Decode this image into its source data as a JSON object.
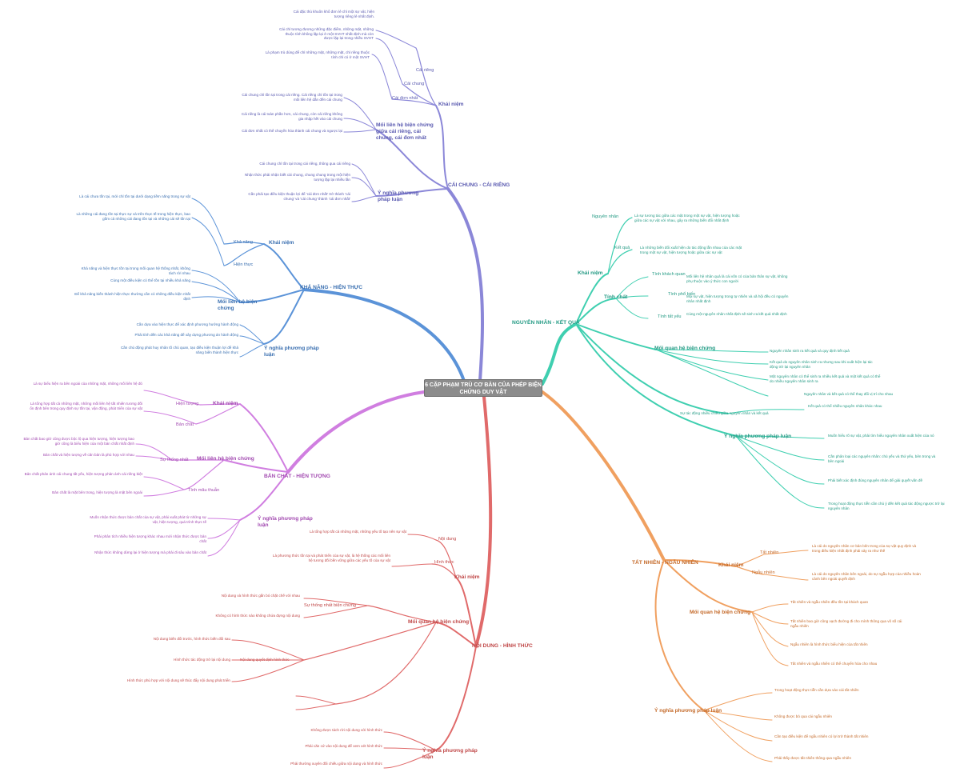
{
  "center": {
    "title": "6 CẶP PHẠM TRÙ CƠ BẢN CỦA PHÉP BIỆN CHỨNG DUY VẬT"
  },
  "colors": {
    "purple": "#8b87d8",
    "blue": "#5b93d8",
    "teal": "#3fcfb0",
    "orange": "#f0a060",
    "pink": "#d07ee0",
    "red": "#e06a6a"
  },
  "purple": {
    "title": "CÁI CHUNG - CÁI RIÊNG",
    "khai_niem": "Khái niệm",
    "cai_rieng": "Cái riêng",
    "cai_chung": "Cái chung",
    "cai_don_nhat": "Cái đơn nhất",
    "t1": "Cái đặc thù khuôn khổ đơn lẻ chỉ một sự vật, hiện tượng riêng lẻ nhất định.",
    "t2": "Cái chỉ tương đương những đặc điểm, những mặt, những thuộc tính không lặp lại ở một SVHT nhất định mà còn được lặp lại trong nhiều SVHT",
    "t3": "Là phạm trù dùng để chỉ những mặt, những mặt, chỉ riêng thuộc tính chỉ có ở một SVHT",
    "mlh": "Mối liên hệ biện chứng giữa cái riêng, cái chung, cái đơn nhất",
    "t4": "Cái chung chỉ tồn tại trong cái riêng. Cái riêng chỉ tồn tại trong mối liên hệ dẫn đến cái chung",
    "t5": "Cái riêng là cái toàn phần hơn, cái chung, còn cái riêng không gia nhập hết vào cái chung",
    "t6": "Cái đơn nhất có thể chuyển hóa thành cái chung và ngược lại",
    "ynghia": "Ý nghĩa phương pháp luận",
    "t7": "Cái chung chỉ tồn tại trong cái riêng, thông qua cái riêng",
    "t8": "Nhận thức phải nhận biết cái chung, chung chung trong một hiện tượng lặp lại nhiều lần",
    "t9": "Cần phải tạo điều kiện thuận lợi để 'cái đơn nhất' trở thành 'cái chung' và 'cái chung' thành 'cái đơn nhất'"
  },
  "blue": {
    "title": "KHẢ NĂNG - HIỆN THỰC",
    "khai_niem": "Khái niệm",
    "kha_nang": "Khả năng",
    "hien_thuc": "Hiện thực",
    "t1": "Là cái chưa tồn tại, mới chỉ tồn tại dưới dạng tiềm năng trong sự vật",
    "t2": "Là những cái đang tồn tại thực sự và trên thực tế trong hiện thực, bao gồm cả những cái đang tồn tại và những cái sẽ tồn tại",
    "mlh": "Mối liên hệ biện chứng",
    "t3": "Khả năng và hiện thực tồn tại trong mối quan hệ thống nhất, không tách rời nhau",
    "t4": "Cùng một điều kiện có thể tồn tại nhiều khả năng",
    "t5": "Để khả năng biến thành hiện thực thường cần có những điều kiện nhất định",
    "ynghia": "Ý nghĩa phương pháp luận",
    "t6": "Cần dựa vào hiện thực để xác định phương hướng hành động",
    "t7": "Phải tính đến các khả năng để xây dựng phương án hành động",
    "t8": "Cần chủ động phát huy nhân tố chủ quan, tạo điều kiện thuận lợi để khả năng biến thành hiện thực"
  },
  "teal": {
    "title": "NGUYÊN NHÂN - KẾT QUẢ",
    "khai_niem": "Khái niệm",
    "nguyen_nhan": "Nguyên nhân",
    "ket_qua": "Kết quả",
    "t1": "Là sự tương tác giữa các mặt trong một sự vật, hiện tượng hoặc giữa các sự vật với nhau, gây ra những biến đổi nhất định",
    "t2": "Là những biến đổi xuất hiện do tác động lẫn nhau của các mặt trong một sự vật, hiện tượng hoặc giữa các sự vật",
    "tinh_chat": "Tính chất",
    "tc1": "Tính khách quan",
    "tc2": "Tính phổ biến",
    "tc3": "Tính tất yếu",
    "t3": "Mối liên hệ nhân quả là cái vốn có của bản thân sự vật, không phụ thuộc vào ý thức con người",
    "t4": "Mọi sự vật, hiện tượng trong tự nhiên và xã hội đều có nguyên nhân nhất định",
    "t5": "Cùng một nguyên nhân nhất định sẽ sinh ra kết quả nhất định",
    "mlh": "Mối quan hệ biện chứng",
    "t6": "Nguyên nhân sinh ra kết quả và quy định kết quả",
    "t7": "Kết quả do nguyên nhân sinh ra nhưng sau khi xuất hiện lại tác động trở lại nguyên nhân",
    "t8": "Một nguyên nhân có thể sinh ra nhiều kết quả và một kết quả có thể do nhiều nguyên nhân sinh ra",
    "t9": "Nguyên nhân và kết quả có thể thay đổi vị trí cho nhau",
    "t10": "Kết quả có thể nhiều nguyên nhân khác nhau",
    "t11": "Sự tác động nhiều chiều giữa nguyên nhân và kết quả",
    "ynghia": "Ý nghĩa phương pháp luận",
    "t12": "Muốn hiểu rõ sự vật, phải tìm hiểu nguyên nhân xuất hiện của nó",
    "t13": "Cần phân loại các nguyên nhân: chủ yếu và thứ yếu, bên trong và bên ngoài",
    "t14": "Phải biết xác định đúng nguyên nhân để giải quyết vấn đề",
    "t15": "Trong hoạt động thực tiễn cần chú ý đến kết quả tác động ngược trở lại nguyên nhân"
  },
  "orange": {
    "title": "TẤT NHIÊN - NGẪU NHIÊN",
    "khai_niem": "Khái niệm",
    "tat_nhien": "Tất nhiên",
    "ngau_nhien": "Ngẫu nhiên",
    "t1": "Là cái do nguyên nhân cơ bản bên trong của sự vật quy định và trong điều kiện nhất định phải xảy ra như thế",
    "t2": "Là cái do nguyên nhân bên ngoài, do sự ngẫu hợp của nhiều hoàn cảnh bên ngoài quyết định",
    "mlh": "Mối quan hệ biện chứng",
    "t3": "Tất nhiên và ngẫu nhiên đều tồn tại khách quan",
    "t4": "Tất nhiên bao giờ cũng vạch đường đi cho mình thông qua vô số cái ngẫu nhiên",
    "t5": "Ngẫu nhiên là hình thức biểu hiện của tất nhiên",
    "t6": "Tất nhiên và ngẫu nhiên có thể chuyển hóa cho nhau",
    "ynghia": "Ý nghĩa phương pháp luận",
    "t7": "Trong hoạt động thực tiễn cần dựa vào cái tất nhiên",
    "t8": "Không được bỏ qua cái ngẫu nhiên",
    "t9": "Cần tạo điều kiện để ngẫu nhiên có lợi trở thành tất nhiên",
    "t10": "Phải thấy được tất nhiên thông qua ngẫu nhiên"
  },
  "pink": {
    "title": "BẢN CHẤT - HIỆN TƯỢNG",
    "khai_niem": "Khái niệm",
    "hien_tuong": "Hiện tượng",
    "ban_chat": "Bản chất",
    "t1": "Là sự biểu hiện ra bên ngoài của những mặt, những mối liên hệ đó",
    "t2": "Là tổng hợp tất cả những mặt, những mối liên hệ tất nhiên tương đối ổn định bên trong quy định sự tồn tại, vận động, phát triển của sự vật",
    "mlh": "Mối liên hệ biện chứng",
    "su_thong_nhat": "Sự thống nhất",
    "tinh_mau_thuan": "Tính mâu thuẫn",
    "t3": "Bản chất bao giờ cũng được bộc lộ qua hiện tượng, hiện tượng bao giờ cũng là biểu hiện của một bản chất nhất định",
    "t4": "Bản chất và hiện tượng về căn bản là phù hợp với nhau",
    "t5": "Bản chất phản ánh cái chung tất yếu, hiện tượng phản ánh cái riêng biệt",
    "t6": "Bản chất là mặt bên trong, hiện tượng là mặt bên ngoài",
    "ynghia": "Ý nghĩa phương pháp luận",
    "t7": "Muốn nhận thức được bản chất của sự vật, phải xuất phát từ những sự vật, hiện tượng, quá trình thực tế",
    "t8": "Phải phân tích nhiều hiện tượng khác nhau mới nhận thức được bản chất",
    "t9": "Nhận thức không dừng lại ở hiện tượng mà phải đi sâu vào bản chất"
  },
  "red": {
    "title": "NỘI DUNG - HÌNH THỨC",
    "khai_niem": "Khái niệm",
    "noi_dung": "Nội dung",
    "hinh_thuc": "Hình thức",
    "t1": "Là tổng hợp tất cả những mặt, những yếu tố tạo nên sự vật",
    "t2": "Là phương thức tồn tại và phát triển của sự vật, là hệ thống các mối liên hệ tương đối bền vững giữa các yếu tố của sự vật",
    "mlh": "Mối quan hệ biện chứng",
    "su_thong_nhat": "Sự thống nhất biện chứng",
    "t3": "Nội dung và hình thức gắn bó chặt chẽ với nhau",
    "t4": "Không có hình thức nào không chứa đựng nội dung",
    "t5": "Nội dung quyết định hình thức",
    "t6": "Nội dung biến đổi trước, hình thức biến đổi sau",
    "t7": "Hình thức tác động trở lại nội dung",
    "t8": "Hình thức phù hợp với nội dung sẽ thúc đẩy nội dung phát triển",
    "ynghia": "Ý nghĩa phương pháp luận",
    "t9": "Không được tách rời nội dung với hình thức",
    "t10": "Phải căn cứ vào nội dung để xem xét hình thức",
    "t11": "Phải thường xuyên đối chiếu giữa nội dung và hình thức"
  }
}
